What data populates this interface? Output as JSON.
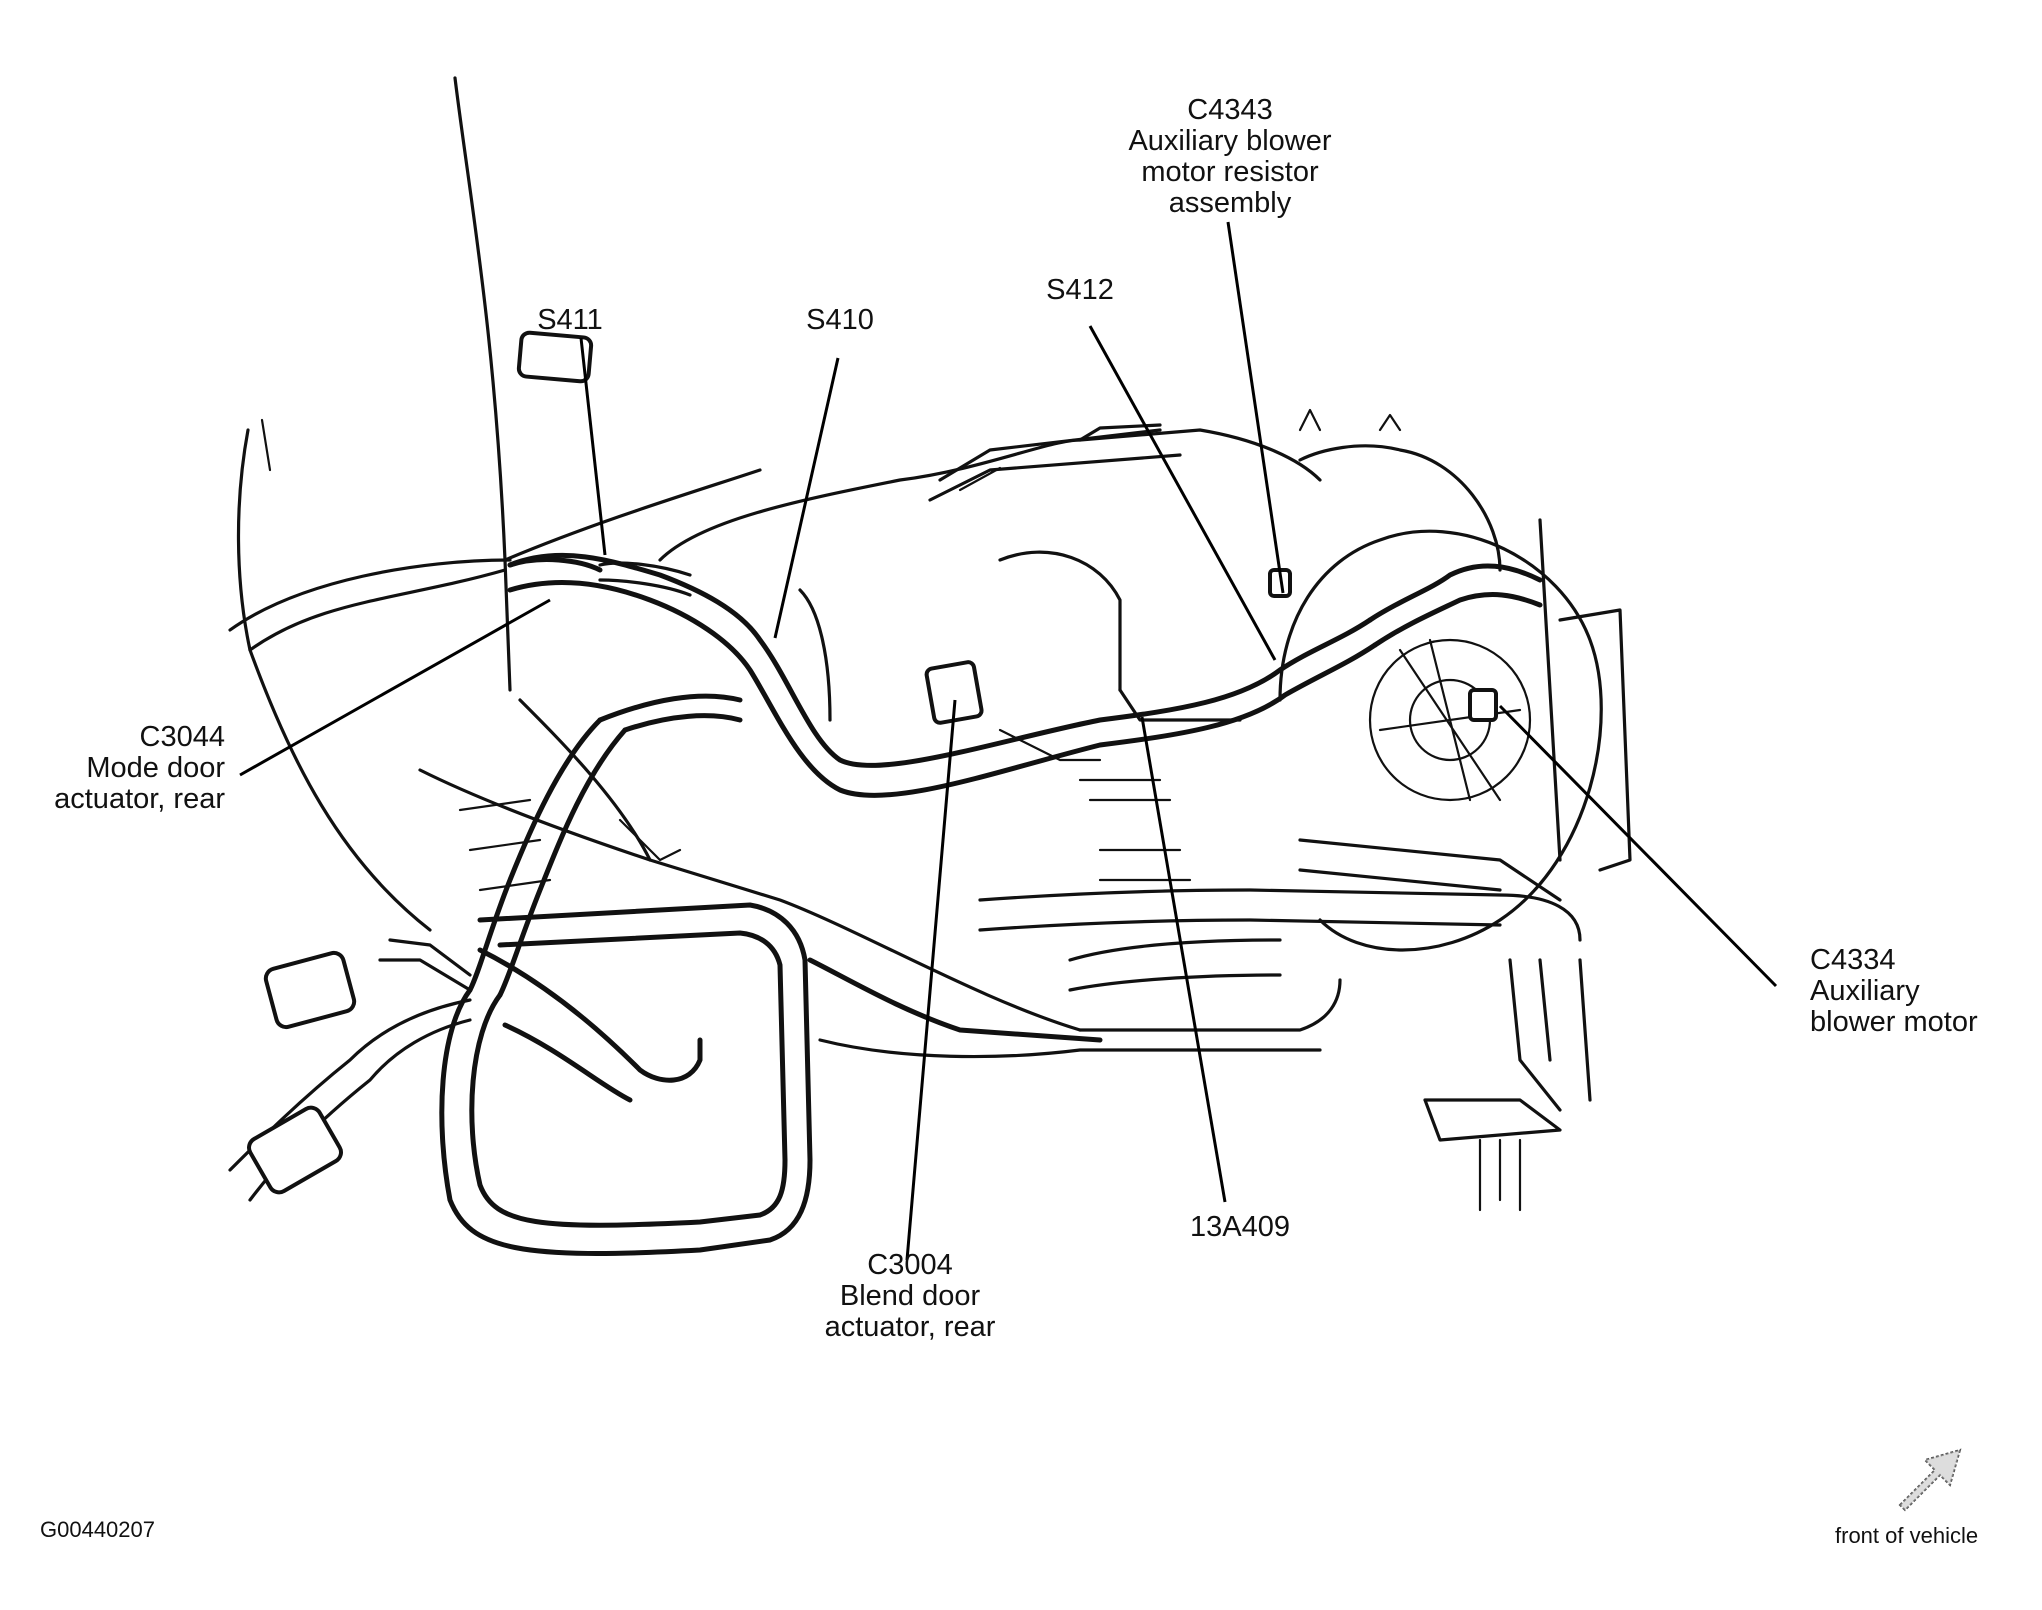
{
  "labels": {
    "c4343": {
      "id": "C4343",
      "desc": [
        "Auxiliary blower",
        "motor resistor",
        "assembly"
      ]
    },
    "s411": "S411",
    "s410": "S410",
    "s412": "S412",
    "c3044": {
      "id": "C3044",
      "desc": [
        "Mode door",
        "actuator, rear"
      ]
    },
    "c4334": {
      "id": "C4334",
      "desc": [
        "Auxiliary",
        "blower motor"
      ]
    },
    "c3004": {
      "id": "C3004",
      "desc": [
        "Blend door",
        "actuator, rear"
      ]
    },
    "part_number": "13A409",
    "figure_id": "G00440207",
    "orientation": "front of vehicle"
  },
  "icons": {
    "orientation_arrow": "dotted-arrow-icon"
  }
}
